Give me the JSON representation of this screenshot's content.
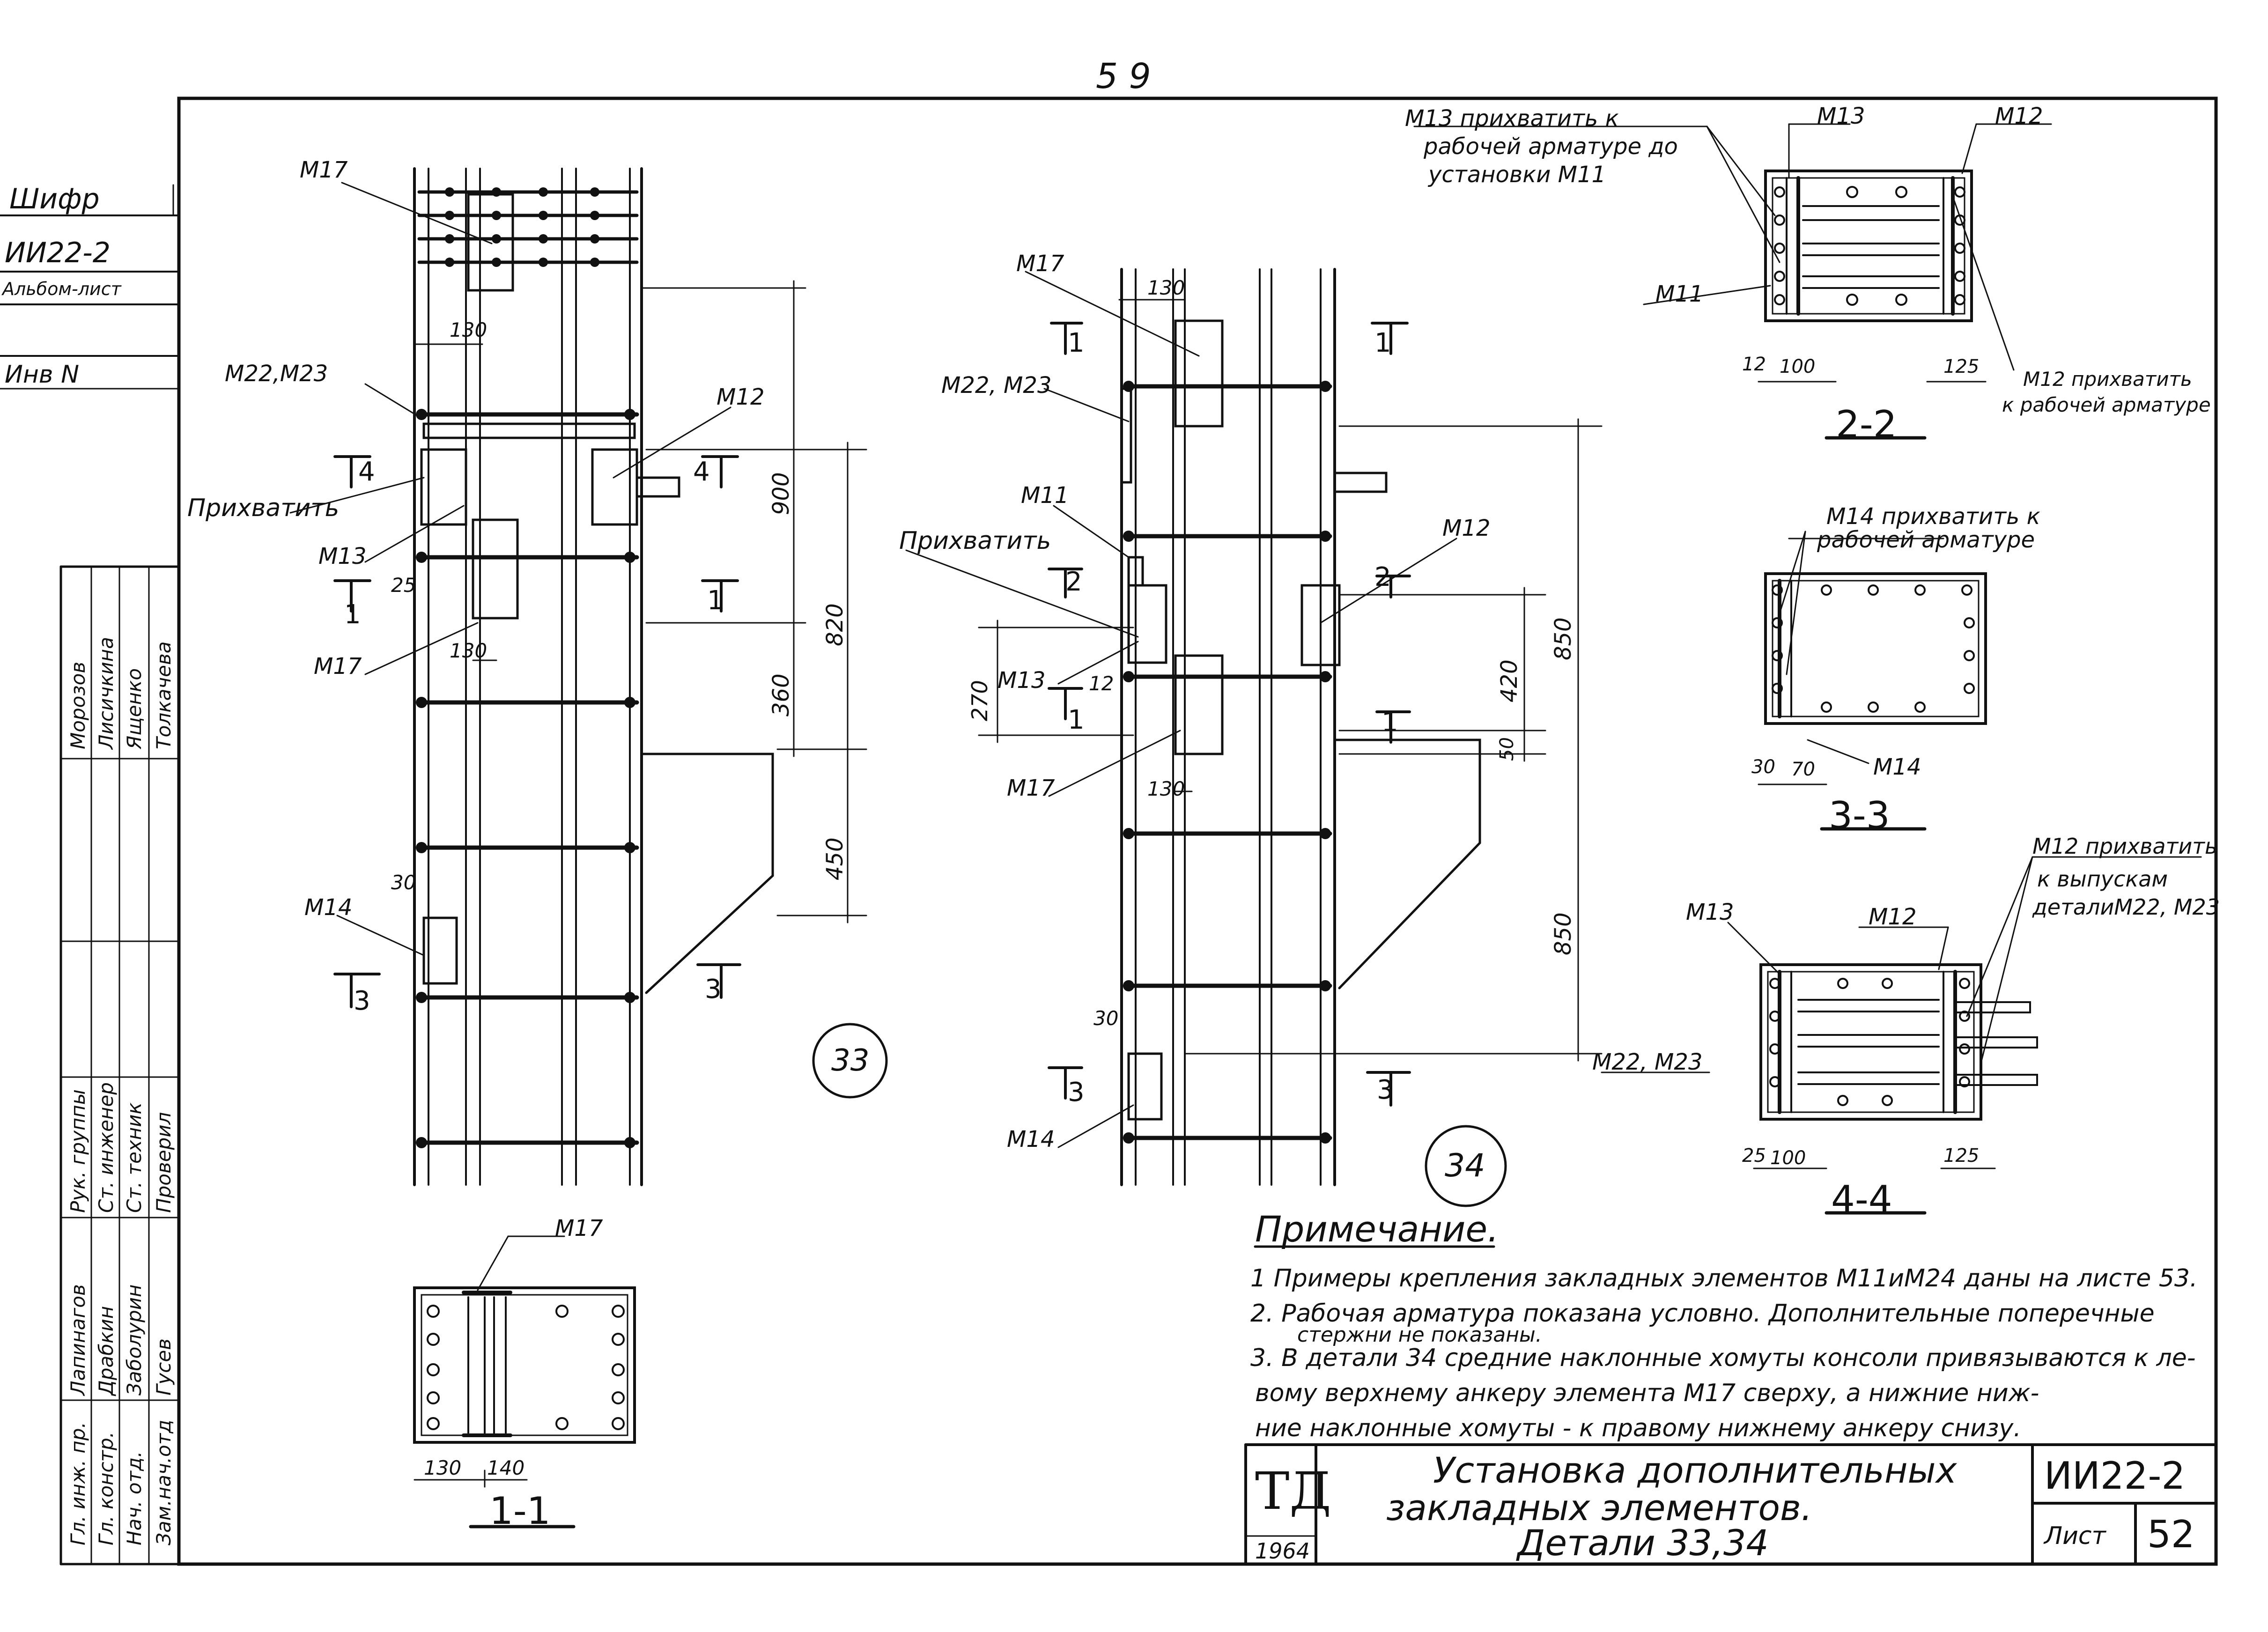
{
  "page_number": "5 9",
  "left_stamp": {
    "code_label": "Шифр",
    "code_value": "ИИ22-2",
    "album_label": "Альбом-лист",
    "inv_label": "Инв N",
    "roles": [
      "Гл. инж. пр.",
      "Гл. констр.",
      "Нач. отд.",
      "Зам.нач.отд",
      "Рук. группы",
      "Ст. инженер",
      "Ст. техник",
      "Проверил"
    ],
    "names": [
      "Лапинагов",
      "Драбкин",
      "Заболурин",
      "Гусев",
      "Морозов",
      "Лисичкина",
      "Ященко",
      "Толкачева"
    ]
  },
  "labels": {
    "d33": {
      "M17_top": "М17",
      "dim_130_top": "130",
      "M22_M23": "М22,М23",
      "M12": "М12",
      "prihvatit": "Прихватить",
      "M13": "М13",
      "dim_25": "25",
      "M17_mid": "М17",
      "dim_130_mid": "130",
      "dim_900": "900",
      "dim_820": "820",
      "dim_360": "360",
      "dim_450": "450",
      "dim_30": "30",
      "M14": "М14",
      "sec4": "4",
      "sec1": "1",
      "sec3": "3",
      "circle": "33"
    },
    "d34": {
      "M17_top": "М17",
      "dim_130_top": "130",
      "M22_M23": "М22, М23",
      "M11": "М11",
      "prihvatit": "Прихватить",
      "M13": "М13",
      "dim_12": "12",
      "dim_270": "270",
      "M17_mid": "М17",
      "dim_130_mid": "130",
      "M12": "М12",
      "dim_850_top": "850",
      "dim_420": "420",
      "dim_50": "50",
      "dim_850_bot": "850",
      "dim_30": "30",
      "M14": "М14",
      "M22_M23_bot": "М22, М23",
      "sec1": "1",
      "sec2": "2",
      "sec3": "3",
      "circle": "34"
    },
    "s11": {
      "M17": "М17",
      "dim_130": "130",
      "dim_140": "140",
      "title": "1-1"
    },
    "s22": {
      "note_line1": "М13 прихватить к",
      "note_line2": "рабочей арматуре до",
      "note_line3": "установки М11",
      "M13": "М13",
      "M12": "М12",
      "M11": "М11",
      "dim_12": "12",
      "dim_100": "100",
      "dim_125": "125",
      "M12_note1": "М12 прихватить",
      "M12_note2": "к рабочей арматуре",
      "title": "2-2"
    },
    "s33": {
      "note1": "М14 прихватить к",
      "note2": "рабочей арматуре",
      "dim_30": "30",
      "dim_70": "70",
      "M14": "М14",
      "title": "3-3"
    },
    "s44": {
      "note1": "М12 прихватить",
      "note2": "к выпускам",
      "note3": "деталиМ22, М23",
      "M13": "М13",
      "M12": "М12",
      "dim_25": "25",
      "dim_100": "100",
      "dim_125": "125",
      "title": "4-4"
    }
  },
  "notes": {
    "heading": "Примечание.",
    "line1": "1  Примеры крепления закладных элементов М11иМ24 даны на листе 53.",
    "line2a": "2.  Рабочая арматура показана условно. Дополнительные поперечные",
    "line2b": "стержни не показаны.",
    "line3a": "3.  В детали 34 средние наклонные хомуты консоли привязываются к ле-",
    "line3b": "вому верхнему анкеру элемента М17 сверху, а нижние ниж-",
    "line3c": "ние наклонные хомуты - к правому нижнему анкеру снизу."
  },
  "title_block": {
    "logo": "ТД",
    "year": "1964",
    "title_line1": "Установка дополнительных",
    "title_line2": "закладных элементов.",
    "title_line3": "Детали 33,34",
    "code": "ИИ22-2",
    "sheet_label": "Лист",
    "sheet_no": "52"
  }
}
